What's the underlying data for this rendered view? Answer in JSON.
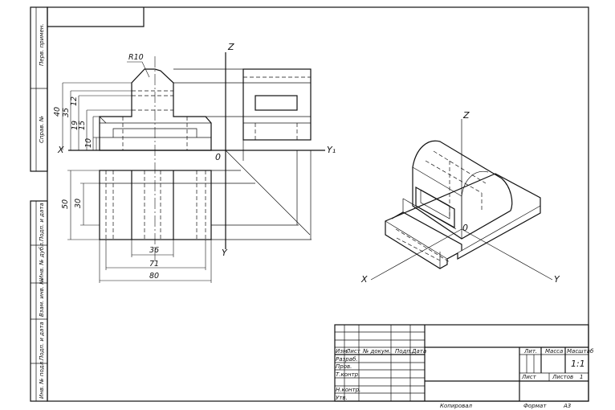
{
  "drawing": {
    "views": {
      "axes": {
        "x": "X",
        "y": "Y",
        "y1": "Y₁",
        "z": "Z",
        "origin": "0"
      },
      "radius_label": "R10",
      "dims_left": [
        "40",
        "35",
        "12",
        "19",
        "15",
        "10"
      ],
      "dims_height_lower": [
        "50",
        "30"
      ],
      "dims_width": [
        "36",
        "71",
        "80"
      ]
    },
    "iso": {
      "x": "X",
      "y": "Y",
      "z": "Z",
      "origin": "0"
    }
  },
  "side_strip": {
    "labels": [
      "Перв. примен.",
      "Справ. №",
      "Подп. и дата",
      "Инв. № дубл.",
      "Взам. инв. №",
      "Подп. и дата",
      "Инв. № подл."
    ]
  },
  "title_block": {
    "headers": [
      "Изм.",
      "Лист",
      "№ докум.",
      "Подп.",
      "Дата"
    ],
    "roles": [
      "Разраб.",
      "Пров.",
      "Т.контр.",
      "Н.контр.",
      "Утв."
    ],
    "lit_label": "Лит.",
    "mass_label": "Масса",
    "scale_label": "Масштаб",
    "scale_value": "1:1",
    "sheet_label": "Лист",
    "sheets_label": "Листов",
    "sheets_value": "1"
  },
  "footer": {
    "copied_label": "Копировал",
    "format_label": "Формат",
    "format_value": "А3"
  }
}
